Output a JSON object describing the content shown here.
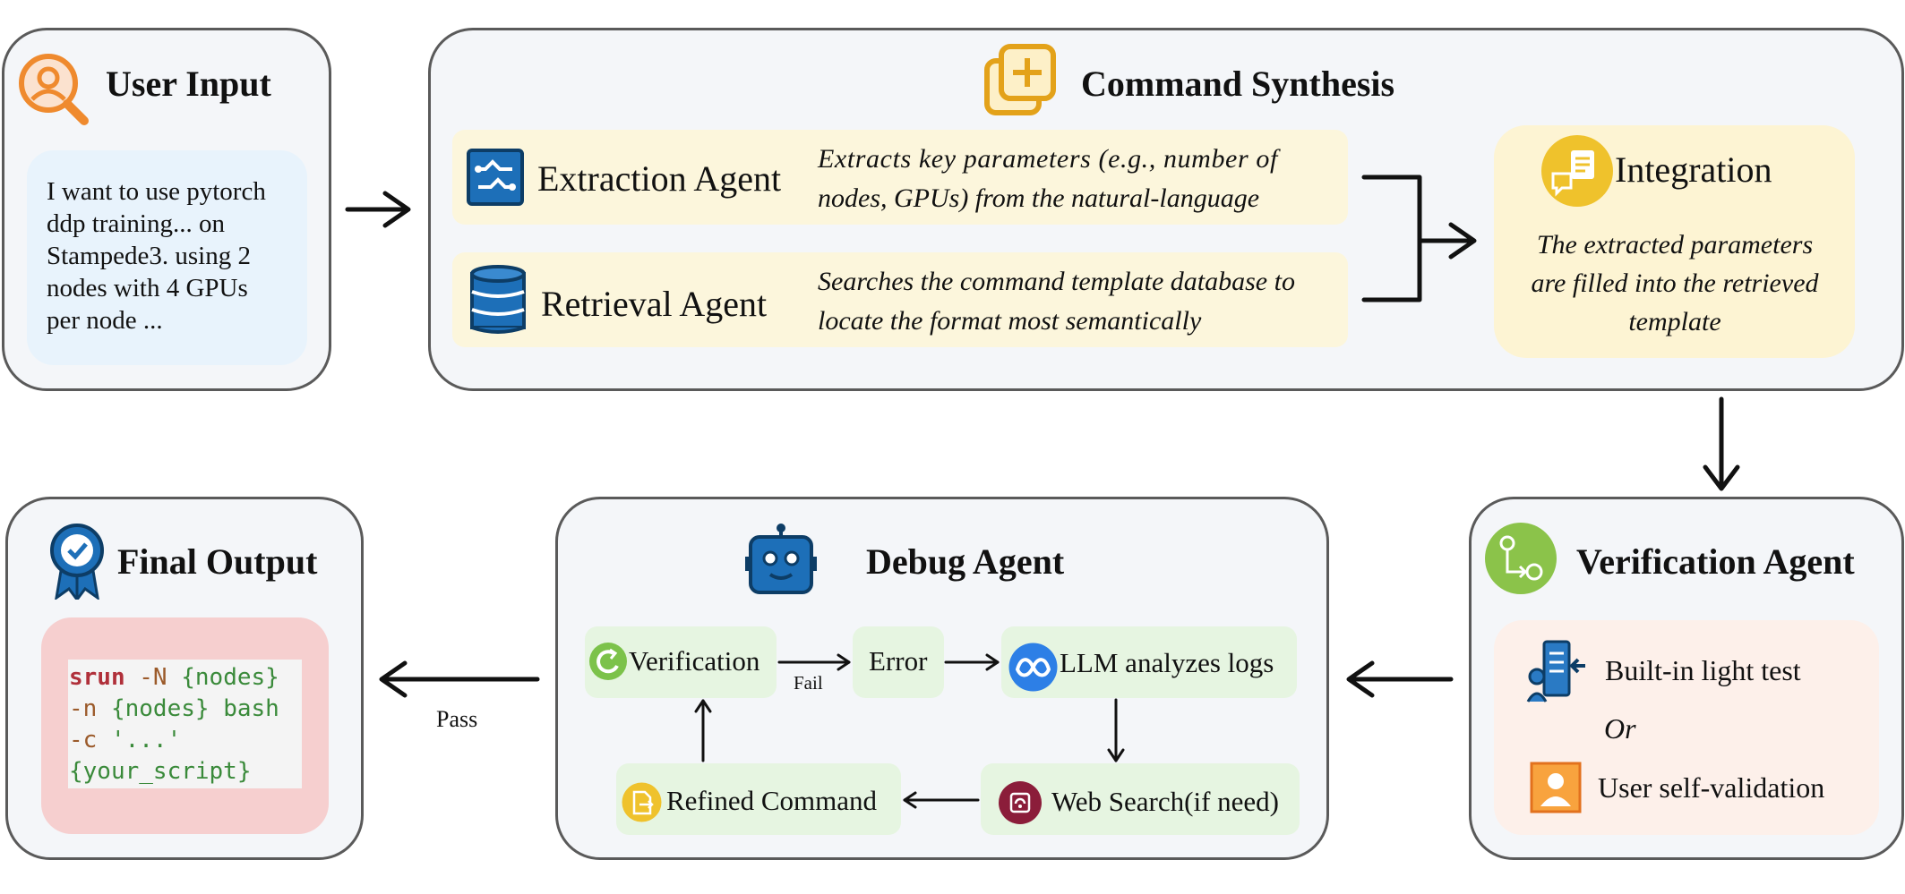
{
  "user_input": {
    "title": "User Input",
    "lines": [
      "I want to use pytorch",
      "ddp training... on",
      "Stampede3. using 2",
      "nodes with 4 GPUs",
      "per node ..."
    ]
  },
  "command_synthesis": {
    "title": "Command Synthesis",
    "extraction": {
      "label": "Extraction Agent",
      "desc_line1": "Extracts key parameters (e.g., number of",
      "desc_line2": "nodes, GPUs) from the natural-language"
    },
    "retrieval": {
      "label": "Retrieval Agent",
      "desc_line1": "Searches the command template database to",
      "desc_line2": "locate the format most semantically"
    },
    "integration": {
      "title": "Integration",
      "desc_line1": "The extracted parameters",
      "desc_line2": "are filled into the retrieved",
      "desc_line3": "template"
    }
  },
  "verification_agent": {
    "title": "Verification Agent",
    "option1": "Built-in light test",
    "or": "Or",
    "option2": "User self-validation"
  },
  "debug_agent": {
    "title": "Debug Agent",
    "verification": "Verification",
    "fail": "Fail",
    "error": "Error",
    "llm": "LLM analyzes logs",
    "web_search": "Web Search(if need)",
    "refined": "Refined Command"
  },
  "final_output": {
    "title": "Final Output",
    "code": {
      "l1_kw": "srun",
      "l1_flag": " -N ",
      "l1_arg": "{nodes}",
      "l2_flag": "-n ",
      "l2_arg": "{nodes}",
      "l2_cmd": " bash",
      "l3_flag": "-c ",
      "l3_str": "'...'",
      "l4_arg": "{your_script}"
    }
  },
  "pass_label": "Pass",
  "colors": {
    "panel_bg": "#f4f6f9",
    "panel_border": "#5a5a5a",
    "user_text_bg": "#e8f3fc",
    "yellow_box": "#fcf6dc",
    "integration_bg": "#fdf4d3",
    "green_box": "#e6f5e1",
    "verify_inner_bg": "#fdf0ea",
    "output_bg": "#f6cfcf",
    "code_keyword": "#b0303a",
    "code_arg": "#3a8a3a"
  }
}
